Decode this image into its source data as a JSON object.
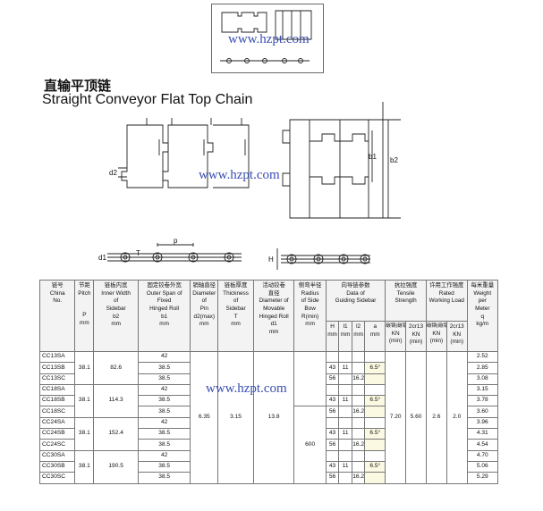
{
  "watermark": "www.hzpt.com",
  "title_cn": "直输平顶链",
  "title_en": "Straight Conveyor Flat Top Chain",
  "dim_labels": {
    "d2": "d2",
    "b1": "b1",
    "b2": "b2",
    "p": "p",
    "d1": "d1",
    "T": "T",
    "H": "H"
  },
  "header": {
    "chain_no": [
      "链号",
      "China",
      "No."
    ],
    "pitch": [
      "节距",
      "Pitch",
      "P",
      "mm"
    ],
    "inner_width": [
      "链板内宽",
      "Inner Width",
      "of",
      "Sidebar",
      "b2",
      "mm"
    ],
    "outer_span": [
      "固定铰卷外宽",
      "Outer Span of",
      "Fixed",
      "Hinged Roll",
      "b1",
      "mm"
    ],
    "pin_diameter": [
      "销轴直径",
      "Diameter",
      "of",
      "Pin",
      "d2(max)",
      "mm"
    ],
    "thickness": [
      "链板厚度",
      "Thickness",
      "of",
      "Sidebar",
      "T",
      "mm"
    ],
    "movable_roll": [
      "活动铰卷",
      "直径",
      "Diameter of",
      "Movable",
      "Hinged Roll",
      "d1",
      "mm"
    ],
    "radius": [
      "侧弯半径",
      "Radius",
      "of Side",
      "Bow",
      "R(min)",
      "mm"
    ],
    "guiding": [
      "向导链参数",
      "Data of",
      "Guiding Sidebar"
    ],
    "guiding_sub": [
      "H",
      "l1",
      "l2",
      "a"
    ],
    "guiding_unit": [
      "mm",
      "mm",
      "mm",
      "mm"
    ],
    "tensile": [
      "抗拉强度",
      "Tensile",
      "Strength"
    ],
    "tensile_sub": [
      "碳钢(碳钢)",
      "2cr13",
      "KN",
      "KN",
      "(min)",
      "(min)"
    ],
    "working": [
      "许用工作强度",
      "Rated",
      "Working Load"
    ],
    "working_sub": [
      "碳钢(碳钢)",
      "2cr13",
      "KN",
      "KN",
      "(min)",
      "(min)"
    ],
    "weight": [
      "每米重量",
      "Weight",
      "per",
      "Meter",
      "q",
      "kg/m"
    ]
  },
  "groups": [
    {
      "pitch": "38.1",
      "b2": "82.6",
      "rows": [
        {
          "no": "CC13SA",
          "b1": "42",
          "H": "",
          "l1": "",
          "l2": "",
          "a": "",
          "q": "2.52"
        },
        {
          "no": "CC13SB",
          "b1": "38.5",
          "H": "43",
          "l1": "11",
          "l2": "",
          "a": "6.5°",
          "q": "2.85"
        },
        {
          "no": "CC13SC",
          "b1": "38.5",
          "H": "56",
          "l1": "",
          "l2": "16.2",
          "a": "",
          "q": "3.08"
        }
      ]
    },
    {
      "pitch": "38.1",
      "b2": "114.3",
      "rows": [
        {
          "no": "CC18SA",
          "b1": "42",
          "H": "",
          "l1": "",
          "l2": "",
          "a": "",
          "q": "3.15"
        },
        {
          "no": "CC18SB",
          "b1": "38.5",
          "H": "43",
          "l1": "11",
          "l2": "",
          "a": "6.5°",
          "q": "3.78"
        },
        {
          "no": "CC18SC",
          "b1": "38.5",
          "H": "56",
          "l1": "",
          "l2": "16.2",
          "a": "",
          "q": "3.60"
        }
      ]
    },
    {
      "pitch": "38.1",
      "b2": "152.4",
      "rows": [
        {
          "no": "CC24SA",
          "b1": "42",
          "H": "",
          "l1": "",
          "l2": "",
          "a": "",
          "q": "3.96"
        },
        {
          "no": "CC24SB",
          "b1": "38.5",
          "H": "43",
          "l1": "11",
          "l2": "",
          "a": "6.5°",
          "q": "4.31"
        },
        {
          "no": "CC24SC",
          "b1": "38.5",
          "H": "56",
          "l1": "",
          "l2": "16.2",
          "a": "",
          "q": "4.54"
        }
      ]
    },
    {
      "pitch": "38.1",
      "b2": "190.5",
      "rows": [
        {
          "no": "CC30SA",
          "b1": "42",
          "H": "",
          "l1": "",
          "l2": "",
          "a": "",
          "q": "4.70"
        },
        {
          "no": "CC30SB",
          "b1": "38.5",
          "H": "43",
          "l1": "11",
          "l2": "",
          "a": "6.5°",
          "q": "5.06"
        },
        {
          "no": "CC30SC",
          "b1": "38.5",
          "H": "56",
          "l1": "",
          "l2": "16.2",
          "a": "",
          "q": "5.29"
        }
      ]
    }
  ],
  "shared": {
    "d2": "6.35",
    "T": "3.15",
    "d1": "13.8",
    "R": "600",
    "tensile_carbon": "7.20",
    "tensile_2cr13": "5.60",
    "work_carbon": "2.6",
    "work_2cr13": "2.0"
  }
}
